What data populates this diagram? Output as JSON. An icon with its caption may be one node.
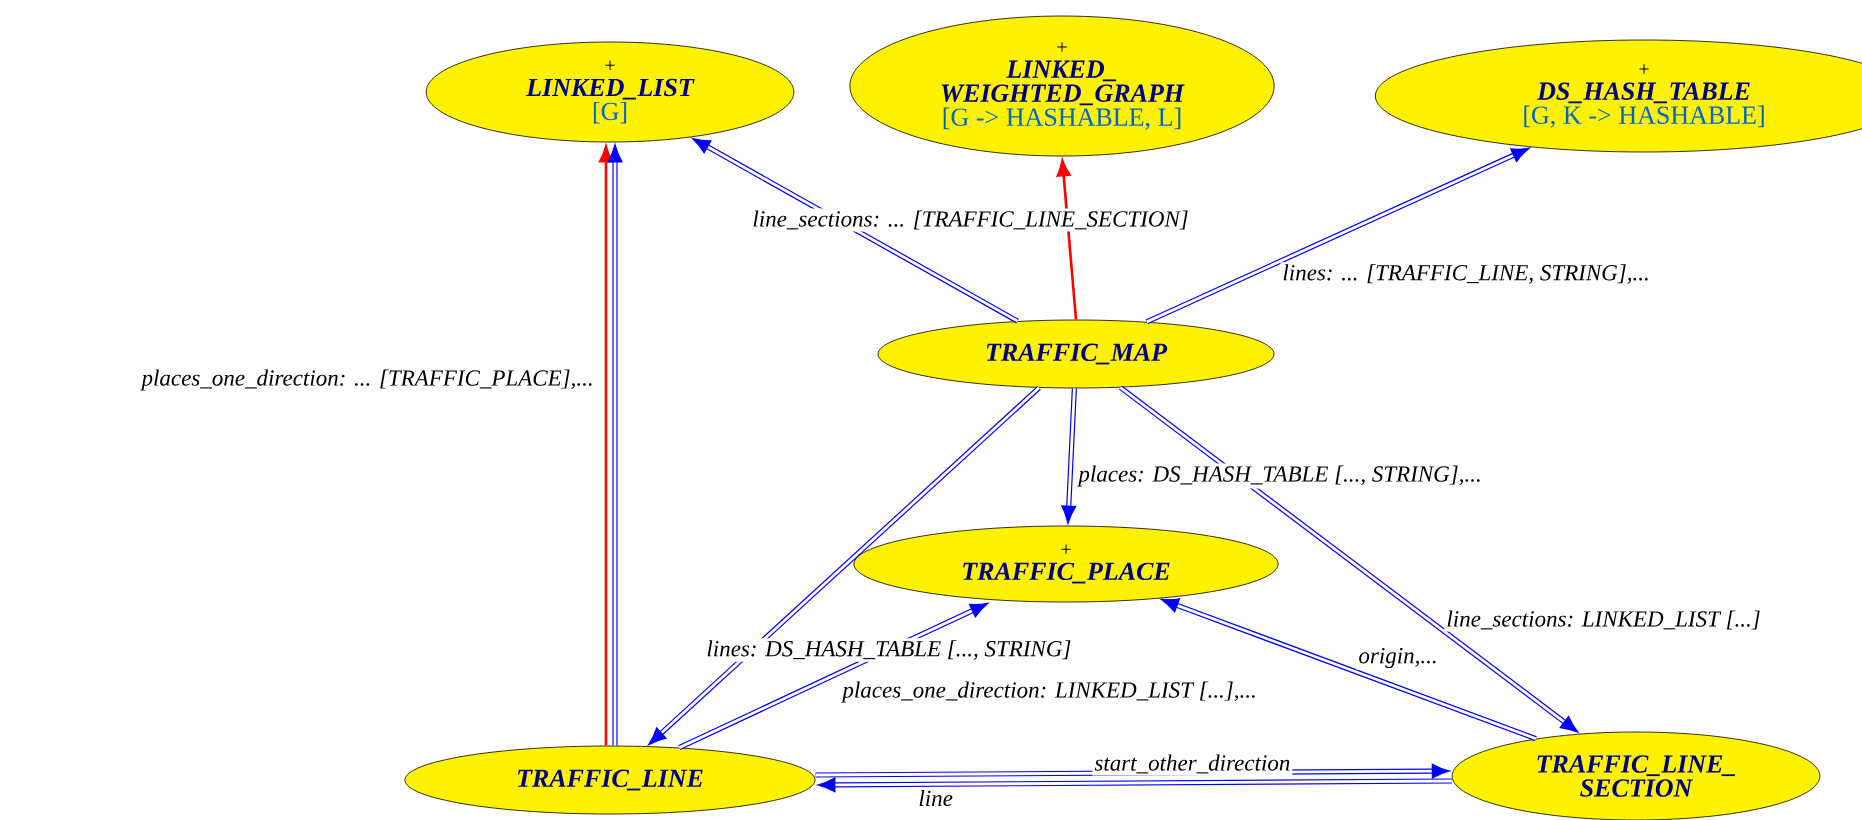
{
  "diagram": {
    "nodes": [
      {
        "text": [
          "+",
          "LINKED_LIST",
          "[G]"
        ]
      },
      {
        "text": [
          "+",
          "LINKED_ WEIGHTED_GRAPH",
          "[G -> HASHABLE, L]"
        ]
      },
      {
        "text": [
          "+",
          "DS_HASH_TABLE",
          "[G, K -> HASHABLE]"
        ]
      },
      {
        "text": [
          "TRAFFIC_MAP"
        ]
      },
      {
        "text": [
          "+",
          "TRAFFIC_PLACE"
        ]
      },
      {
        "text": [
          "TRAFFIC_LINE"
        ]
      },
      {
        "text": [
          "TRAFFIC_LINE_ SECTION"
        ]
      }
    ],
    "edges": [
      {
        "from": 5,
        "to": 0,
        "arrow": "to",
        "color": "#ff0000"
      },
      {
        "from": 5,
        "to": 0,
        "arrow": "to",
        "label": "places_one_direction: ... [TRAFFIC_PLACE],..."
      },
      {
        "from": 3,
        "to": 0,
        "arrow": "to",
        "label": "line_sections: ... [TRAFFIC_LINE_SECTION]"
      },
      {
        "from": 3,
        "to": 1,
        "arrow": "to",
        "color": "#ff0000"
      },
      {
        "from": 3,
        "to": 2,
        "arrow": "to",
        "label": "lines: ... [TRAFFIC_LINE, STRING],..."
      },
      {
        "from": 3,
        "to": 4,
        "arrow": "to",
        "label": "places: DS_HASH_TABLE [..., STRING],..."
      },
      {
        "from": 3,
        "to": 5,
        "arrow": "to",
        "label": "lines: DS_HASH_TABLE [..., STRING]"
      },
      {
        "from": 3,
        "to": 6,
        "arrow": "to",
        "label": "line_sections: LINKED_LIST [...]"
      },
      {
        "from": 5,
        "to": 4,
        "arrow": "to",
        "label": "places_one_direction: LINKED_LIST [...],..."
      },
      {
        "from": 6,
        "to": 4,
        "arrow": "to",
        "label": "origin,..."
      },
      {
        "from": 5,
        "to": 6,
        "arrow": "to",
        "label": "start_other_direction"
      },
      {
        "from": 6,
        "to": 5,
        "arrow": "to",
        "label": "line"
      }
    ]
  }
}
